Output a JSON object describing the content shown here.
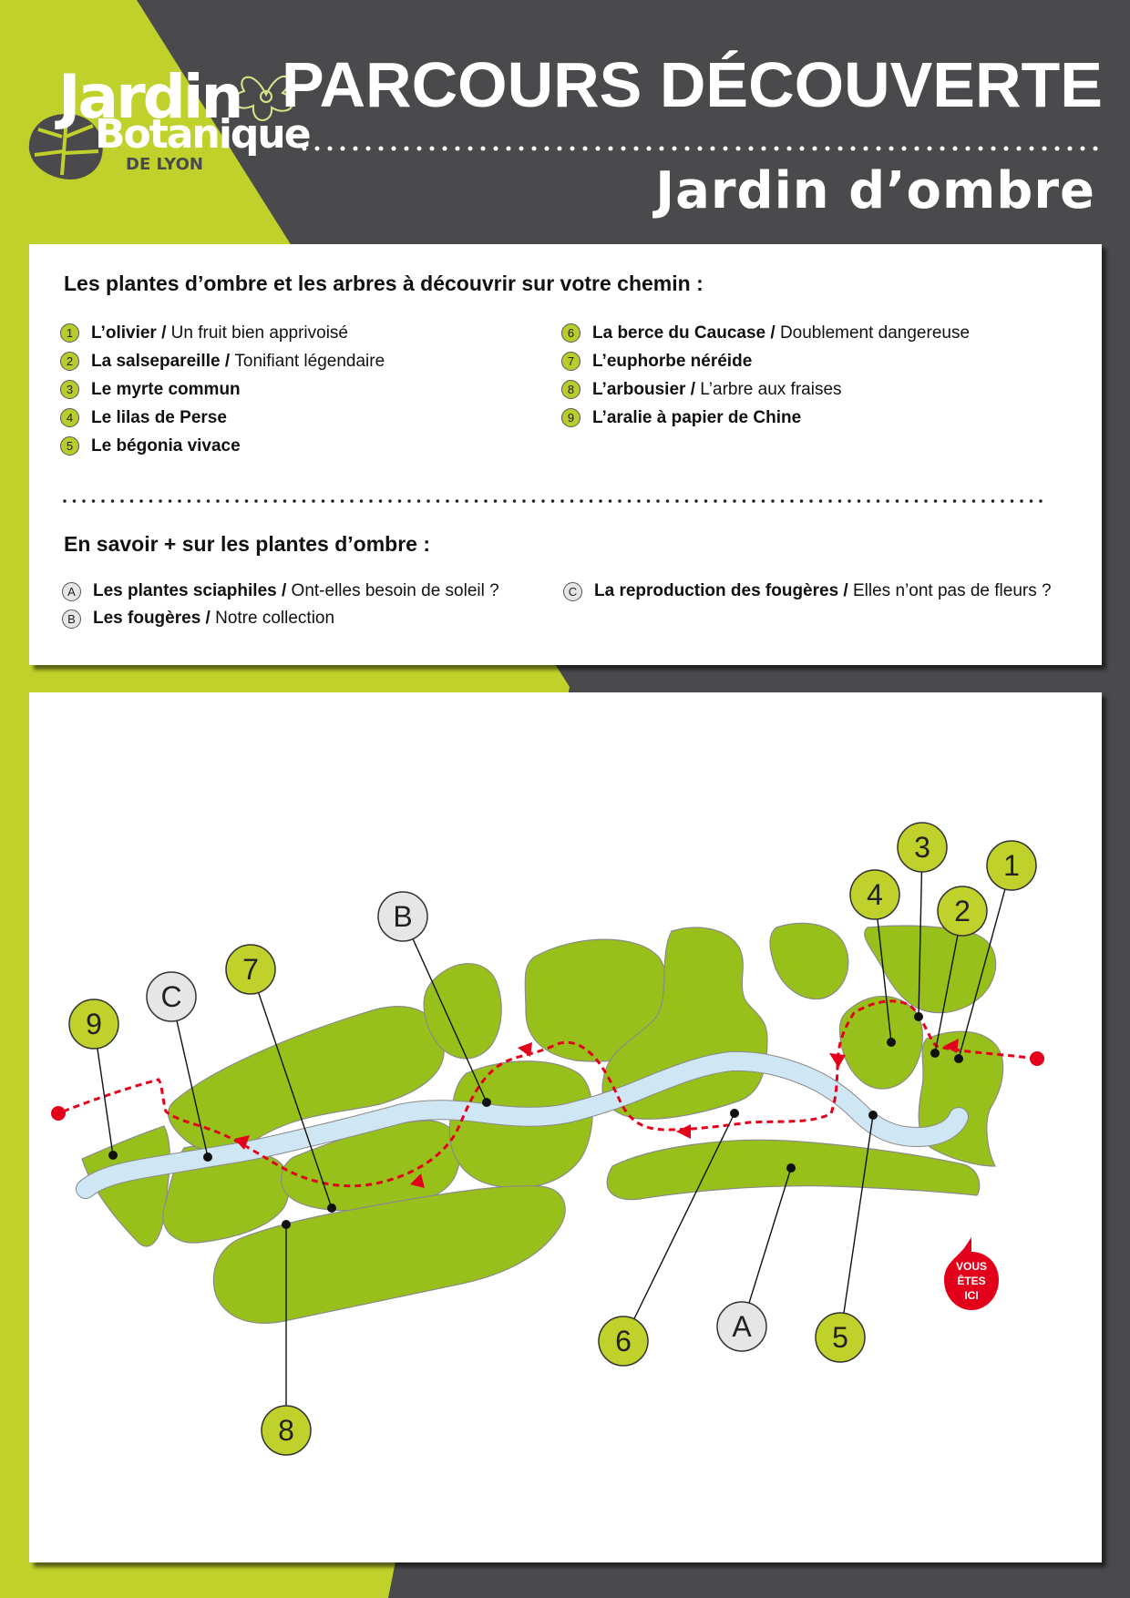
{
  "colors": {
    "accent_green": "#bfd12a",
    "header_gray": "#4a4a4d",
    "bed_green": "#98c01b",
    "water_blue": "#cfe7f4",
    "path_red": "#e3001b",
    "label_gray": "#e6e6e6"
  },
  "logo": {
    "line1": "Jardin",
    "line2": "Botanique",
    "line3": "DE LYON"
  },
  "header": {
    "title": "PARCOURS DÉCOUVERTE",
    "subtitle": "Jardin d’ombre"
  },
  "plants": {
    "heading": "Les plantes d’ombre et les arbres à découvrir sur votre chemin :",
    "items": [
      {
        "num": "1",
        "name": "L’olivier",
        "sep": " / ",
        "desc": "Un fruit bien apprivoisé"
      },
      {
        "num": "2",
        "name": "La salsepareille",
        "sep": " / ",
        "desc": "Tonifiant légendaire"
      },
      {
        "num": "3",
        "name": "Le myrte commun",
        "sep": "",
        "desc": ""
      },
      {
        "num": "4",
        "name": "Le lilas de Perse",
        "sep": "",
        "desc": ""
      },
      {
        "num": "5",
        "name": "Le bégonia vivace",
        "sep": "",
        "desc": ""
      },
      {
        "num": "6",
        "name": "La berce du Caucase",
        "sep": " / ",
        "desc": "Doublement dangereuse"
      },
      {
        "num": "7",
        "name": "L’euphorbe néréide",
        "sep": "",
        "desc": ""
      },
      {
        "num": "8",
        "name": "L’arbousier",
        "sep": " / ",
        "desc": "L’arbre aux fraises"
      },
      {
        "num": "9",
        "name": "L’aralie à papier de Chine",
        "sep": "",
        "desc": ""
      }
    ]
  },
  "more": {
    "heading": "En savoir + sur les plantes d’ombre :",
    "items": [
      {
        "letter": "A",
        "name": "Les plantes sciaphiles",
        "sep": " / ",
        "desc": "Ont-elles besoin de soleil ?"
      },
      {
        "letter": "B",
        "name": "Les fougères",
        "sep": " / ",
        "desc": "Notre collection"
      },
      {
        "letter": "C",
        "name": "La reproduction des fougères",
        "sep": " / ",
        "desc": "Elles n’ont pas de fleurs ?"
      }
    ]
  },
  "map": {
    "markers": [
      {
        "label": "1",
        "kind": "plant"
      },
      {
        "label": "2",
        "kind": "plant"
      },
      {
        "label": "3",
        "kind": "plant"
      },
      {
        "label": "4",
        "kind": "plant"
      },
      {
        "label": "5",
        "kind": "plant"
      },
      {
        "label": "6",
        "kind": "plant"
      },
      {
        "label": "7",
        "kind": "plant"
      },
      {
        "label": "8",
        "kind": "plant"
      },
      {
        "label": "9",
        "kind": "plant"
      },
      {
        "label": "A",
        "kind": "info"
      },
      {
        "label": "B",
        "kind": "info"
      },
      {
        "label": "C",
        "kind": "info"
      }
    ],
    "you_are_here": [
      "VOUS",
      "ÊTES",
      "ICI"
    ]
  }
}
